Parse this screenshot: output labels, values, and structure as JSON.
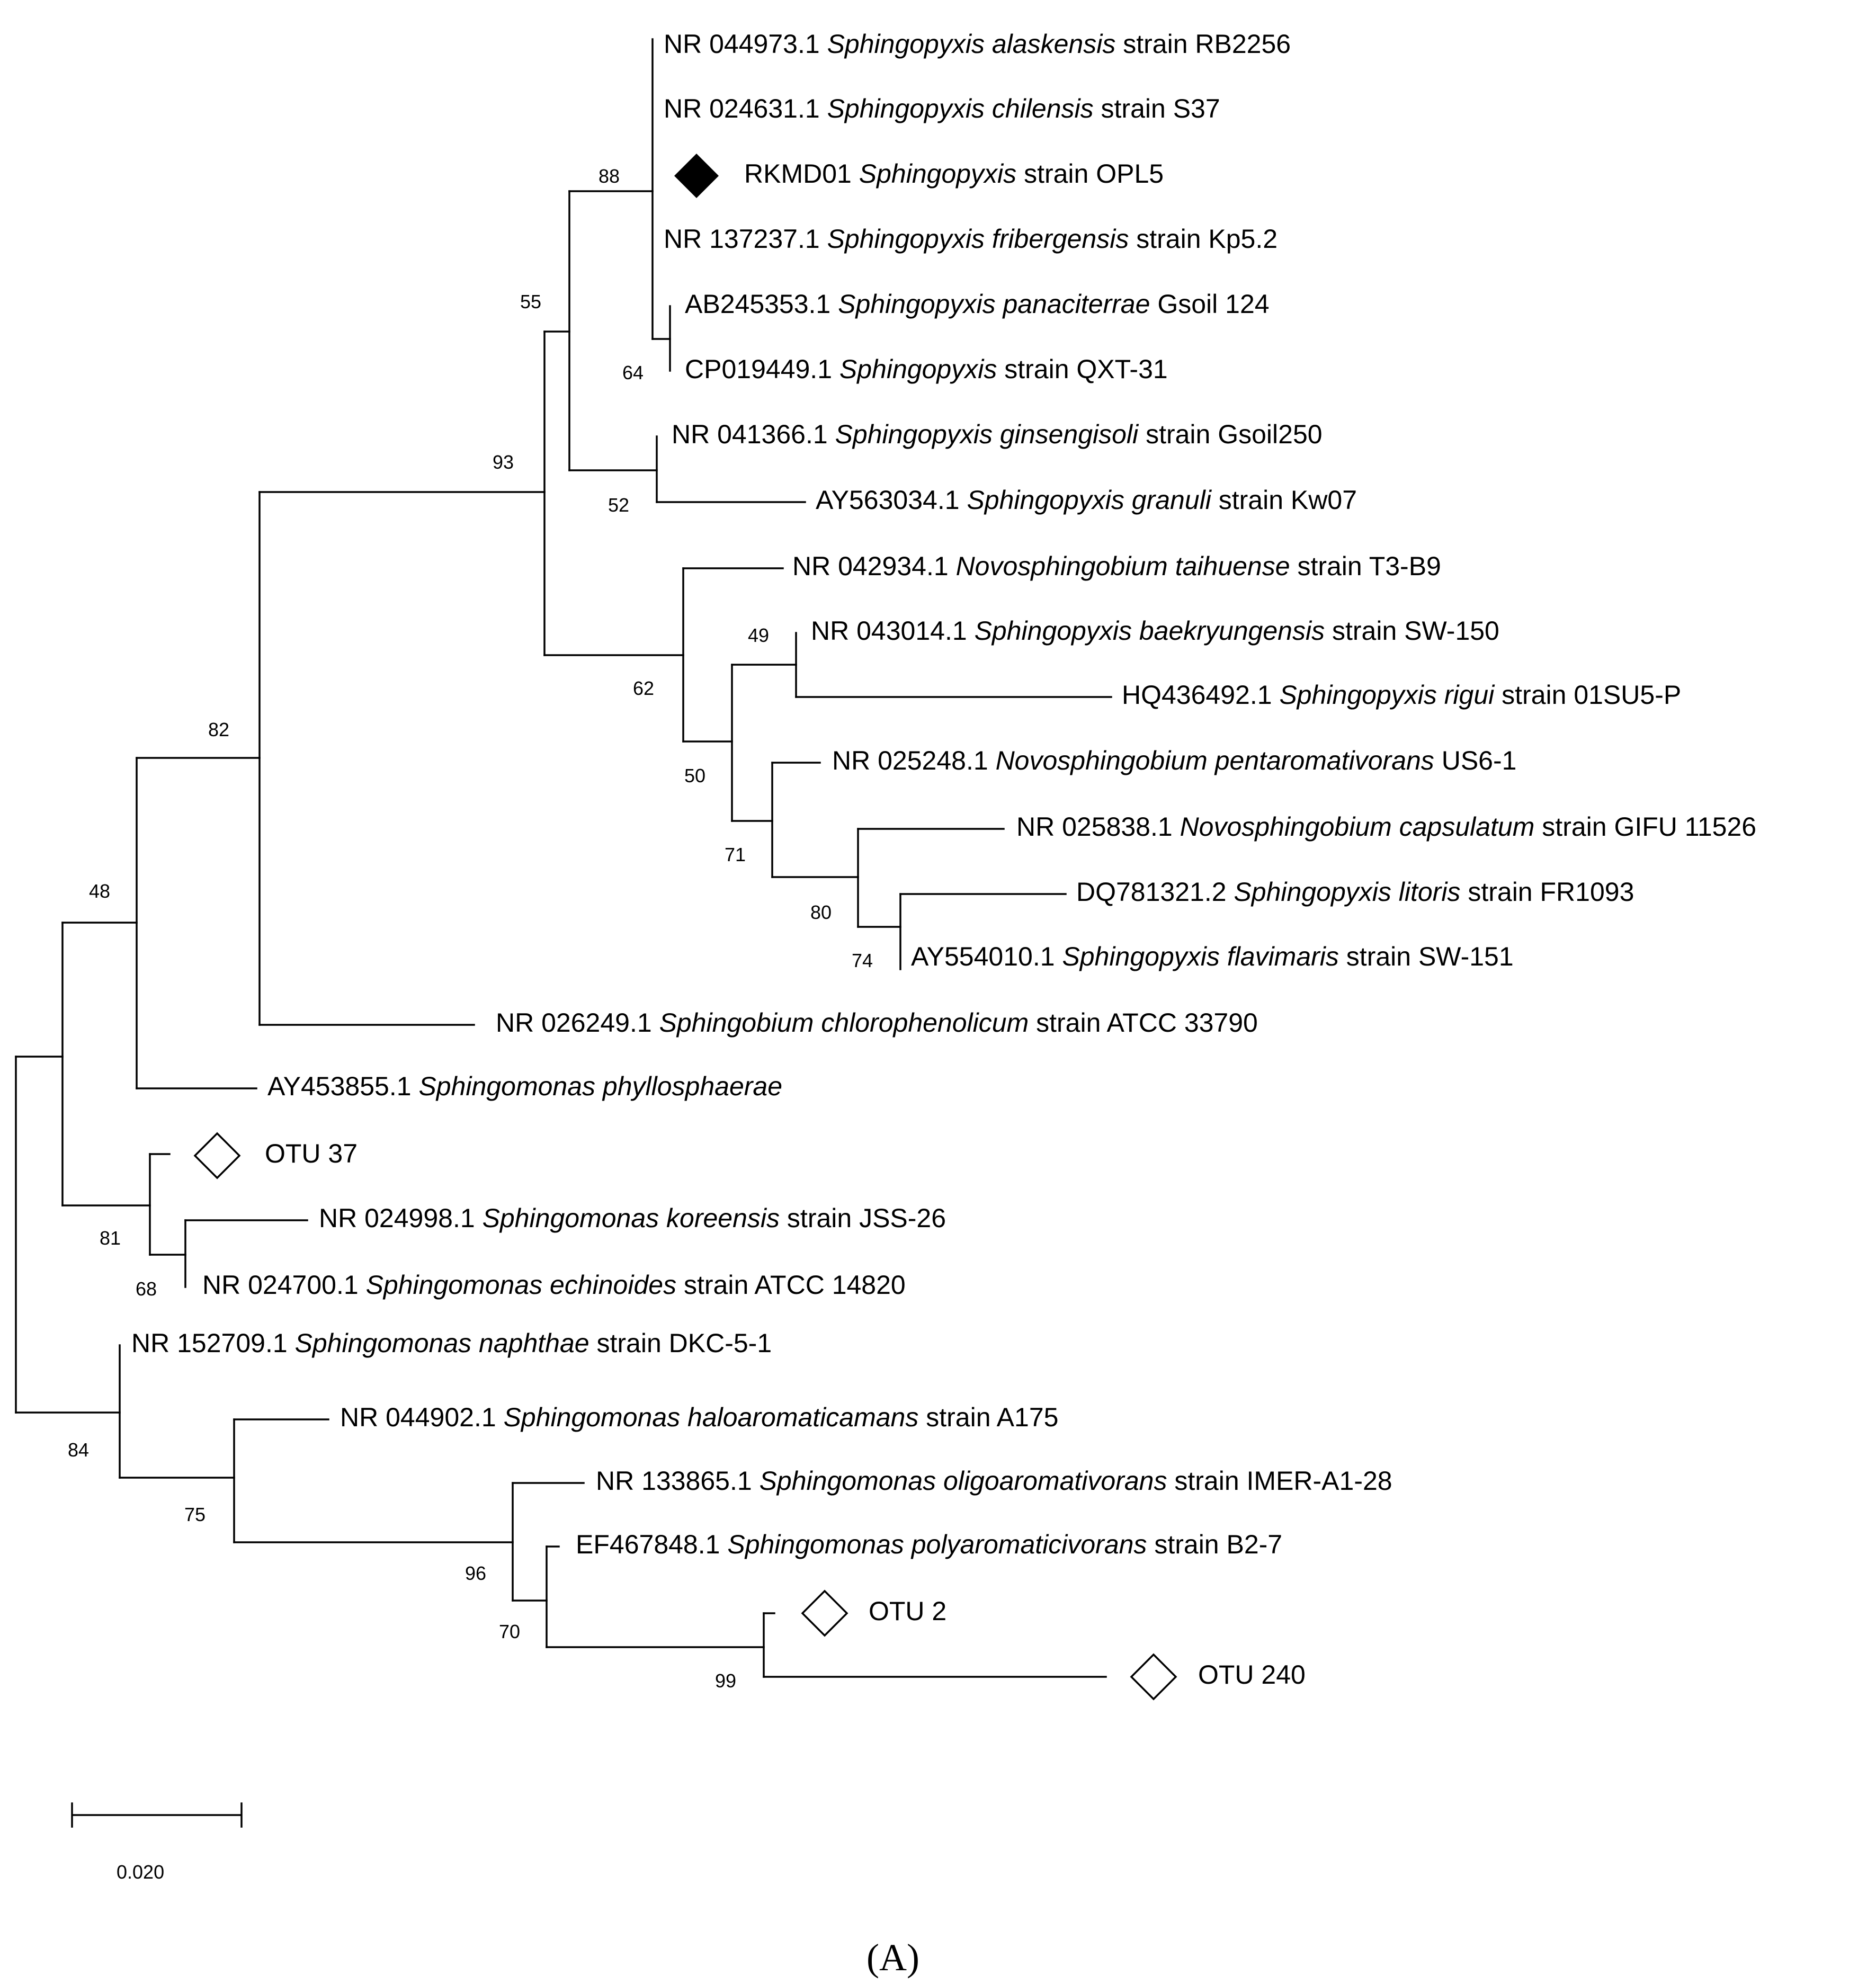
{
  "taxa": {
    "t1": {
      "acc": "NR 044973.1",
      "sp": "Sphingopyxis alaskensis",
      "rest": "strain RB2256"
    },
    "t2": {
      "acc": "NR 024631.1",
      "sp": "Sphingopyxis chilensis",
      "rest": "strain S37"
    },
    "t3": {
      "acc": "RKMD01",
      "sp": "Sphingopyxis",
      "rest": "strain OPL5"
    },
    "t4": {
      "acc": "NR 137237.1",
      "sp": "Sphingopyxis fribergensis",
      "rest": "strain Kp5.2"
    },
    "t5": {
      "acc": "AB245353.1",
      "sp": "Sphingopyxis panaciterrae",
      "rest": "Gsoil 124"
    },
    "t6": {
      "acc": "CP019449.1",
      "sp": "Sphingopyxis",
      "rest": "strain QXT-31"
    },
    "t7": {
      "acc": "NR 041366.1",
      "sp": "Sphingopyxis ginsengisoli",
      "rest": "strain Gsoil250"
    },
    "t8": {
      "acc": "AY563034.1",
      "sp": "Sphingopyxis granuli",
      "rest": "strain Kw07"
    },
    "t9": {
      "acc": "NR 042934.1",
      "sp": "Novosphingobium taihuense",
      "rest": "strain T3-B9"
    },
    "t10": {
      "acc": "NR 043014.1",
      "sp": "Sphingopyxis baekryungensis",
      "rest": "strain SW-150"
    },
    "t11": {
      "acc": "HQ436492.1",
      "sp": "Sphingopyxis rigui",
      "rest": "strain 01SU5-P"
    },
    "t12": {
      "acc": "NR 025248.1",
      "sp": "Novosphingobium pentaromativorans",
      "rest": "US6-1"
    },
    "t13": {
      "acc": "NR 025838.1",
      "sp": "Novosphingobium capsulatum",
      "rest": "strain GIFU 11526"
    },
    "t14": {
      "acc": "DQ781321.2",
      "sp": "Sphingopyxis litoris",
      "rest": "strain FR1093"
    },
    "t15": {
      "acc": "AY554010.1",
      "sp": "Sphingopyxis flavimaris",
      "rest": "strain SW-151"
    },
    "t16": {
      "acc": "NR 026249.1",
      "sp": "Sphingobium chlorophenolicum",
      "rest": "strain ATCC 33790"
    },
    "t17": {
      "acc": "AY453855.1",
      "sp": "Sphingomonas phyllosphaerae",
      "rest": ""
    },
    "t18": {
      "acc": "OTU 37",
      "sp": "",
      "rest": ""
    },
    "t19": {
      "acc": "NR 024998.1",
      "sp": "Sphingomonas koreensis",
      "rest": "strain JSS-26"
    },
    "t20": {
      "acc": "NR 024700.1",
      "sp": "Sphingomonas echinoides",
      "rest": "strain ATCC 14820"
    },
    "t21": {
      "acc": "NR 152709.1",
      "sp": "Sphingomonas naphthae",
      "rest": "strain DKC-5-1"
    },
    "t22": {
      "acc": "NR 044902.1",
      "sp": "Sphingomonas haloaromaticamans",
      "rest": "strain A175"
    },
    "t23": {
      "acc": "NR 133865.1",
      "sp": "Sphingomonas oligoaromativorans",
      "rest": "strain IMER-A1-28"
    },
    "t24": {
      "acc": "EF467848.1",
      "sp": "Sphingomonas polyaromaticivorans",
      "rest": "strain B2-7"
    },
    "t25": {
      "acc": "OTU 2",
      "sp": "",
      "rest": ""
    },
    "t26": {
      "acc": "OTU 240",
      "sp": "",
      "rest": ""
    }
  },
  "bootstrap": {
    "b88": "88",
    "b55": "55",
    "b64": "64",
    "b93": "93",
    "b52": "52",
    "b49": "49",
    "b62": "62",
    "b50": "50",
    "b71": "71",
    "b80": "80",
    "b74": "74",
    "b82": "82",
    "b48": "48",
    "b81": "81",
    "b68": "68",
    "b84": "84",
    "b75": "75",
    "b96": "96",
    "b70": "70",
    "b99": "99"
  },
  "scale_bar": {
    "label": "0.020"
  },
  "caption": "(A)",
  "markers": {
    "reference_isolate": "filled-diamond",
    "otu": "open-diamond"
  },
  "colors": {
    "ink": "#000000",
    "background": "#ffffff"
  }
}
